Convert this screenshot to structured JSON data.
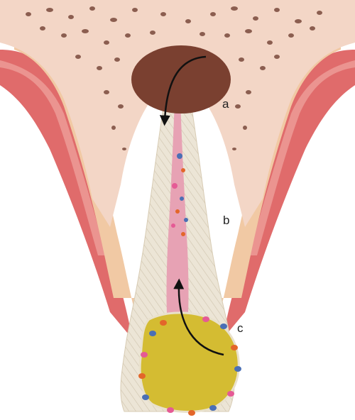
{
  "labels": {
    "a": "a",
    "b": "b",
    "c": "c"
  },
  "colors": {
    "bone": "#f3d6c6",
    "bone_pores": "#7a4a3c",
    "dentin_band": "#f1c9a4",
    "gingiva": "#e06b6b",
    "gingiva_light": "#f0a5a0",
    "tooth_root": "#ece5d6",
    "root_fibers": "#c8bba4",
    "pulp_canal": "#e7a2b4",
    "abscess": "#7a4030",
    "lesion": "#d4bc32",
    "cell_blue": "#4a6fb5",
    "cell_orange": "#e3662a",
    "cell_pink": "#e55a95",
    "arrow": "#111111"
  },
  "icons": {
    "top_arrow": "curved-arrow-down",
    "bottom_arrow": "curved-arrow-up"
  }
}
